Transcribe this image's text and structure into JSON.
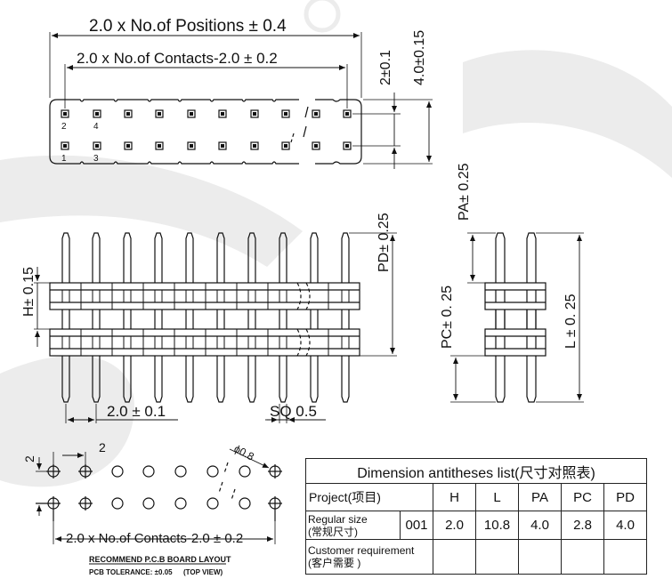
{
  "top_view": {
    "positions_dim": "2.0 x No.of Positions ± 0.4",
    "contacts_dim": "2.0 x No.of Contacts-2.0 ± 0.2",
    "pitch_row_dim": "2±0.1",
    "width_dim": "4.0±0.15",
    "pin_numbers": [
      "2",
      "4",
      "1",
      "3"
    ]
  },
  "front_view": {
    "h_dim": "H± 0.15",
    "pd_dim": "PD± 0.25",
    "pitch_dim": "2.0 ± 0.1",
    "sq_dim": "SQ 0.5"
  },
  "side_view": {
    "pa_dim": "PA± 0.25",
    "pc_dim": "PC± 0. 25",
    "l_dim": "L ± 0. 25"
  },
  "pcb_layout": {
    "row_pitch": "2",
    "col_pitch": "2",
    "hole_dia": "ϕ0.8",
    "contacts_dim": "2.0 x No.of Contacts-2.0 ± 0.2",
    "title": "RECOMMEND P.C.B BOARD LAYOUT",
    "tolerance": "PCB TOLERANCE: ±0.05",
    "view_note": "(TOP VIEW)"
  },
  "table": {
    "title": "Dimension antitheses list(尺寸对照表)",
    "headers": [
      "Project(项目)",
      "H",
      "L",
      "PA",
      "PC",
      "PD"
    ],
    "rows": [
      {
        "label": "Regular size\n(常规尺寸)",
        "code": "001",
        "H": "2.0",
        "L": "10.8",
        "PA": "4.0",
        "PC": "2.8",
        "PD": "4.0"
      },
      {
        "label": "Customer requirement\n(客户需要 )",
        "code": "",
        "H": "",
        "L": "",
        "PA": "",
        "PC": "",
        "PD": ""
      }
    ]
  }
}
